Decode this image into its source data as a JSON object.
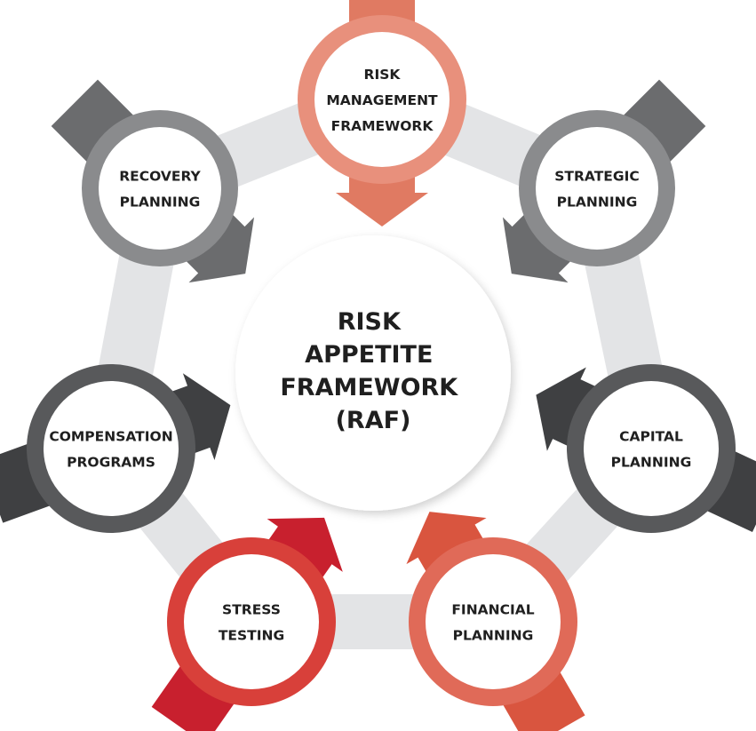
{
  "diagram": {
    "title": "Risk Appetite Framework cycle",
    "center": {
      "lines": [
        "RISK",
        "APPETITE",
        "FRAMEWORK",
        "(RAF)"
      ]
    },
    "band_color": "#e3e4e6",
    "nodes": [
      {
        "id": "risk-management-framework",
        "lines": [
          "RISK",
          "MANAGEMENT",
          "FRAMEWORK"
        ],
        "ring_color": "#e8907c",
        "arrow_color": "#e07a62"
      },
      {
        "id": "strategic-planning",
        "lines": [
          "STRATEGIC",
          "PLANNING"
        ],
        "ring_color": "#8a8b8d",
        "arrow_color": "#6b6c6e"
      },
      {
        "id": "capital-planning",
        "lines": [
          "CAPITAL",
          "PLANNING"
        ],
        "ring_color": "#58595b",
        "arrow_color": "#3f4042"
      },
      {
        "id": "financial-planning",
        "lines": [
          "FINANCIAL",
          "PLANNING"
        ],
        "ring_color": "#e06a58",
        "arrow_color": "#d9553f"
      },
      {
        "id": "stress-testing",
        "lines": [
          "STRESS",
          "TESTING"
        ],
        "ring_color": "#d8403a",
        "arrow_color": "#c8202e"
      },
      {
        "id": "compensation-programs",
        "lines": [
          "COMPENSATION",
          "PROGRAMS"
        ],
        "ring_color": "#58595b",
        "arrow_color": "#3f4042"
      },
      {
        "id": "recovery-planning",
        "lines": [
          "RECOVERY",
          "PLANNING"
        ],
        "ring_color": "#8a8b8d",
        "arrow_color": "#6b6c6e"
      }
    ]
  }
}
